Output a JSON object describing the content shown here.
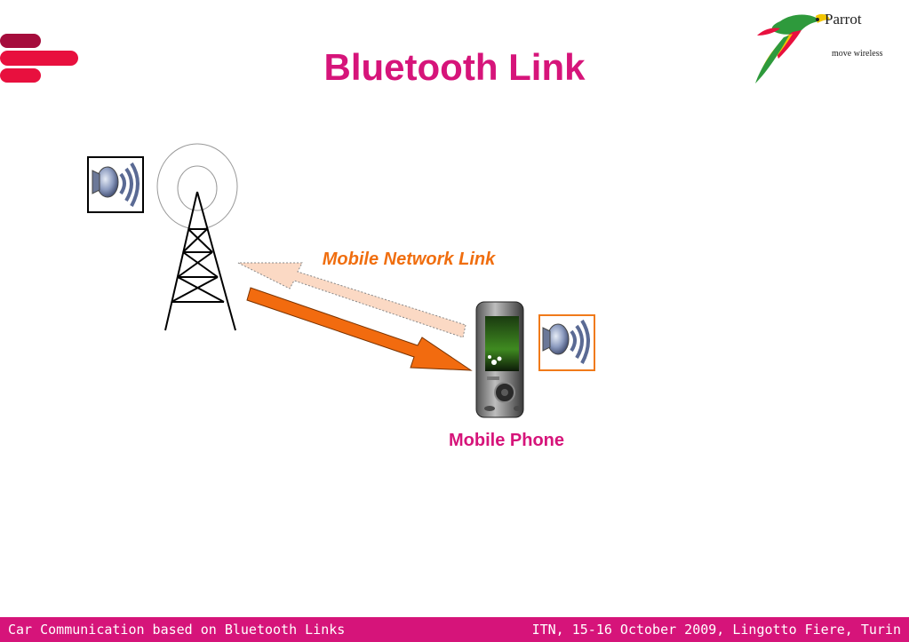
{
  "slide": {
    "title": "Bluetooth Link",
    "colors": {
      "accent": "#d6147a",
      "link": "#f06e0f"
    }
  },
  "logo": {
    "name": "Parrot",
    "tagline": "move wireless",
    "icon": "parrot-bird-icon"
  },
  "diagram": {
    "link_label": "Mobile Network Link",
    "phone_label": "Mobile Phone",
    "icons": [
      "speaker-icon",
      "cell-tower-icon",
      "mobile-phone-icon",
      "arrow-icon"
    ]
  },
  "footer": {
    "left": "Car Communication based on Bluetooth Links",
    "right": "ITN, 15-16 October 2009, Lingotto Fiere, Turin"
  }
}
